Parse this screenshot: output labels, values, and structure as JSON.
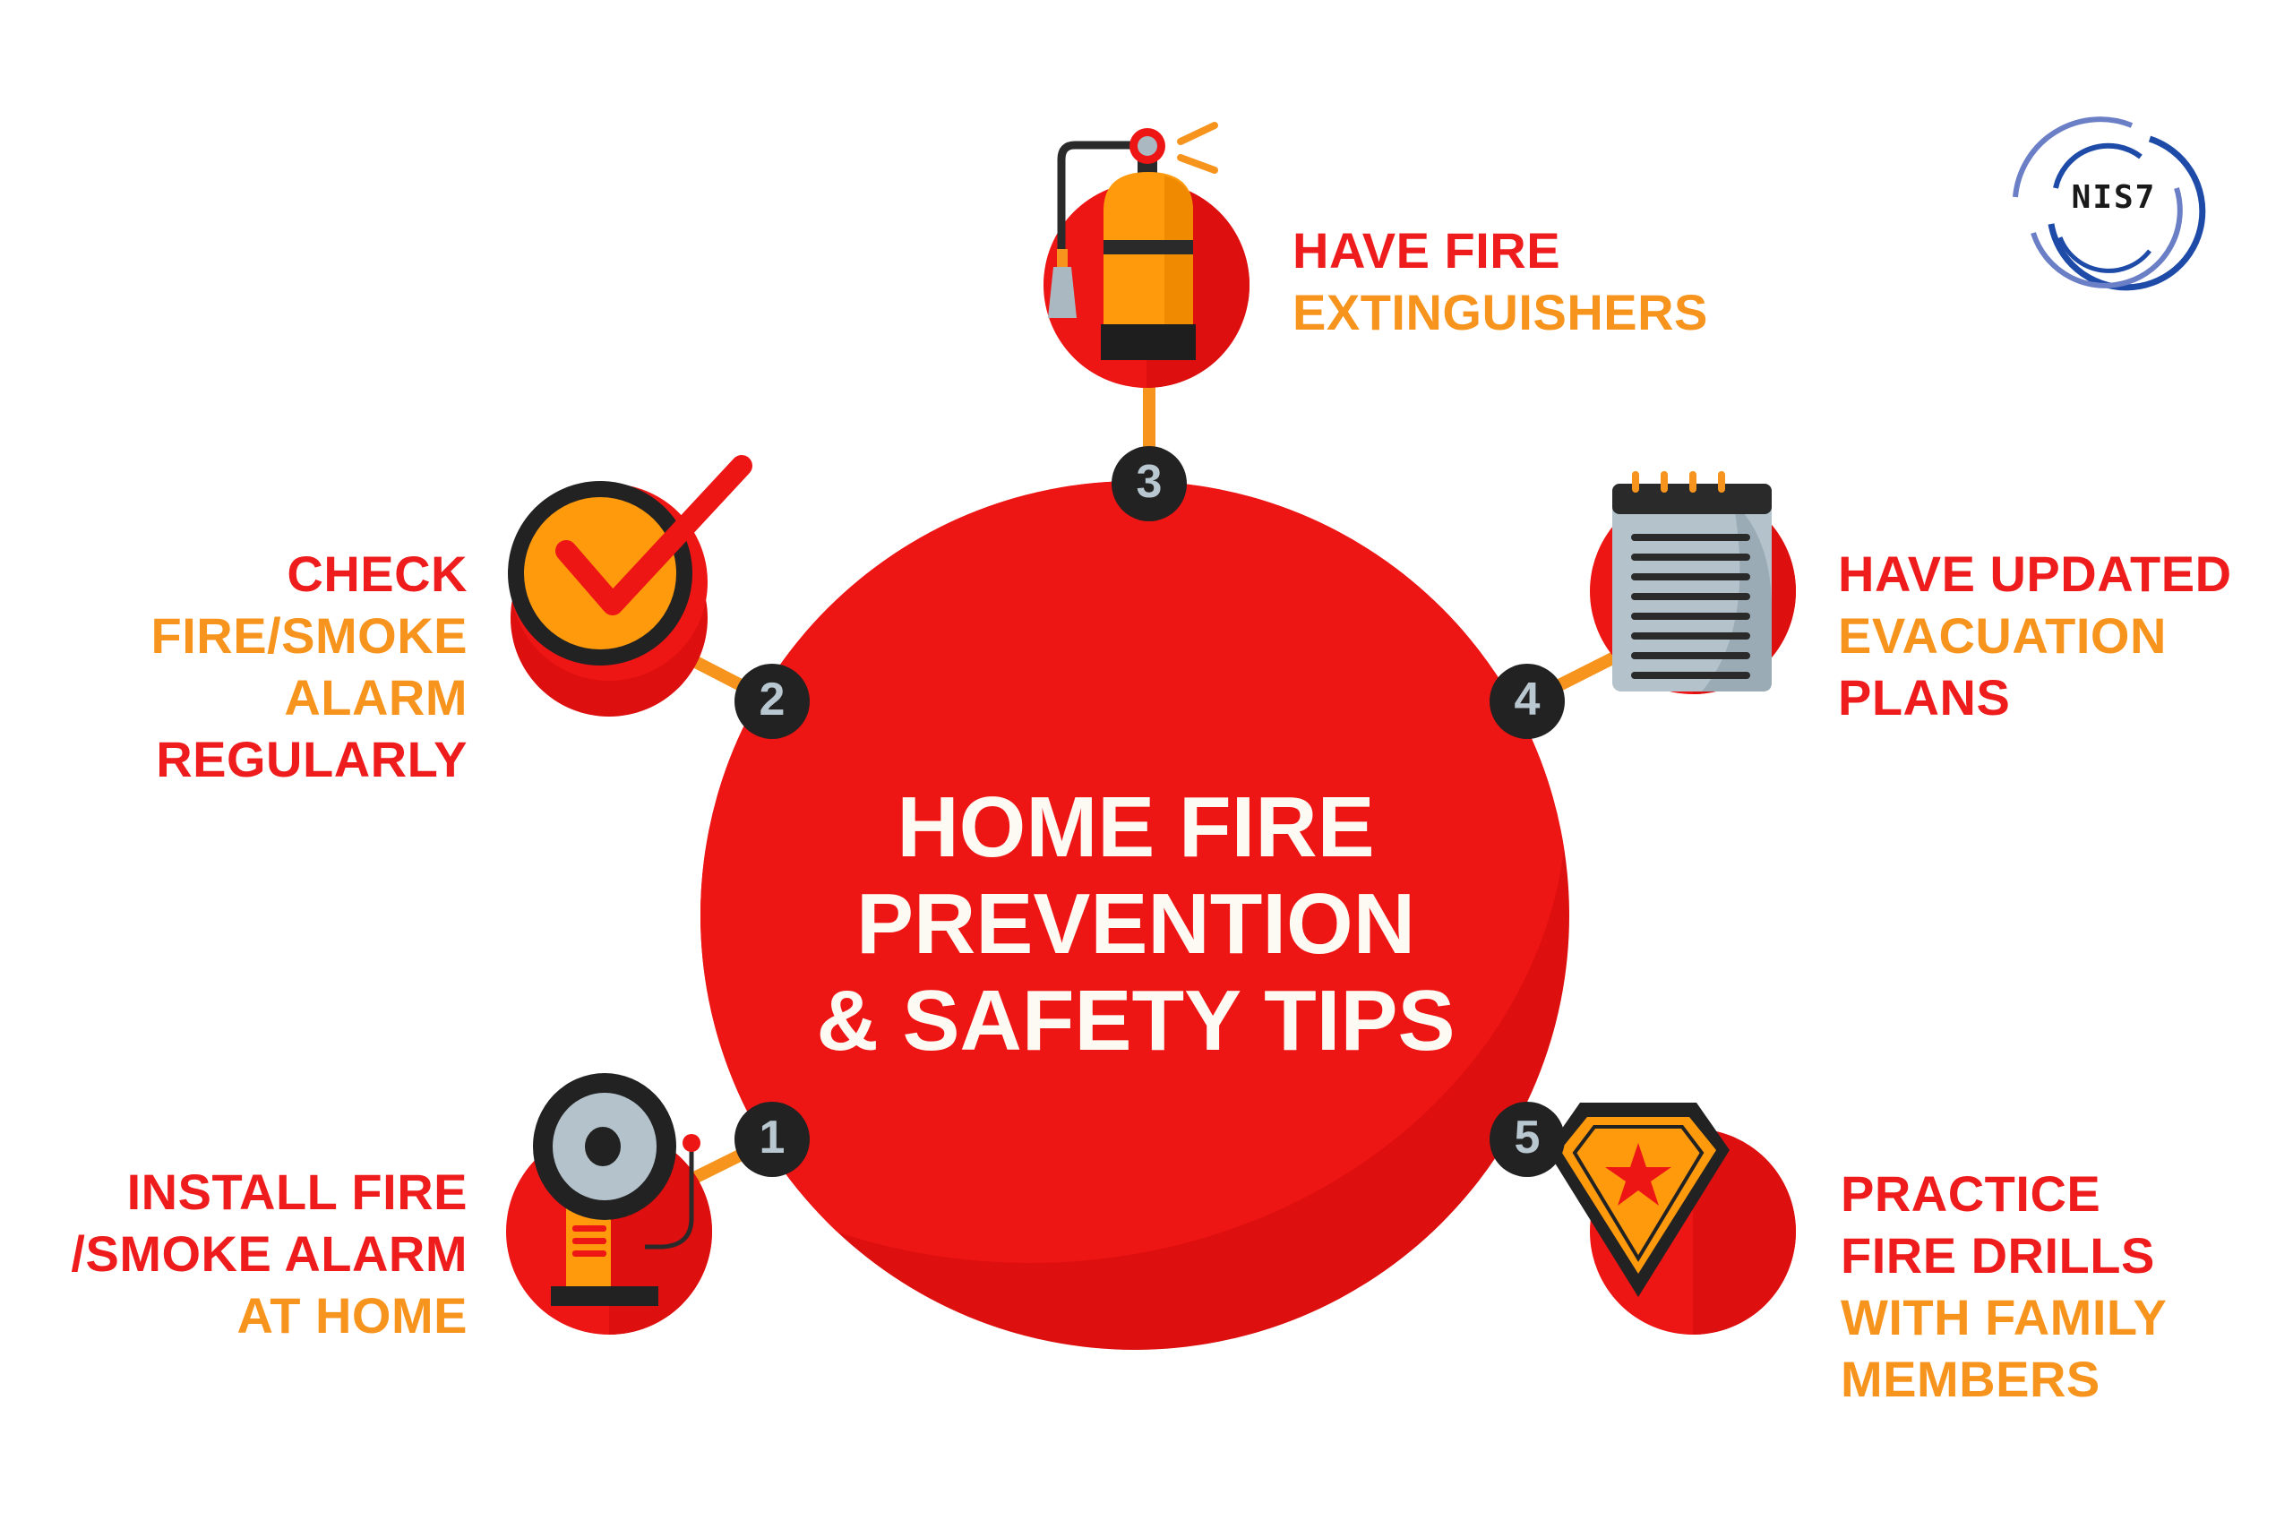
{
  "title": {
    "lines": [
      "HOME FIRE",
      "PREVENTION",
      "& SAFETY TIPS"
    ]
  },
  "logo": {
    "text": "NIS7",
    "icon": "nist-swirl-logo-icon",
    "colors": {
      "dark_blue": "#1e4aa8",
      "light_blue": "#6b7fc7",
      "text": "#1a1a1a"
    }
  },
  "colors": {
    "main_red": "#ee1515",
    "dark_red": "#dd0f0f",
    "orange": "#f7941d",
    "badge": "#222222",
    "badge_number": "#b8c7d0",
    "title_text": "#fdfaf3"
  },
  "tips": [
    {
      "number": "1",
      "icon": "fire-alarm-bell-icon",
      "lines": [
        {
          "text": "INSTALL FIRE",
          "color": "red"
        },
        {
          "text": "/SMOKE ALARM",
          "color": "red"
        },
        {
          "text": "AT HOME",
          "color": "orange"
        }
      ]
    },
    {
      "number": "2",
      "icon": "checkmark-icon",
      "lines": [
        {
          "text": "CHECK",
          "color": "red"
        },
        {
          "text": "FIRE/SMOKE",
          "color": "orange"
        },
        {
          "text": "ALARM",
          "color": "orange"
        },
        {
          "text": "REGULARLY",
          "color": "red"
        }
      ]
    },
    {
      "number": "3",
      "icon": "fire-extinguisher-icon",
      "lines": [
        {
          "text": "HAVE FIRE",
          "color": "red"
        },
        {
          "text": "EXTINGUISHERS",
          "color": "orange"
        }
      ]
    },
    {
      "number": "4",
      "icon": "notepad-icon",
      "lines": [
        {
          "text": "HAVE UPDATED",
          "color": "red"
        },
        {
          "text": "EVACUATION",
          "color": "orange"
        },
        {
          "text": "PLANS",
          "color": "red"
        }
      ]
    },
    {
      "number": "5",
      "icon": "star-shield-icon",
      "lines": [
        {
          "text": "PRACTICE",
          "color": "red"
        },
        {
          "text": "FIRE DRILLS",
          "color": "red"
        },
        {
          "text": "WITH FAMILY",
          "color": "orange"
        },
        {
          "text": "MEMBERS",
          "color": "orange"
        }
      ]
    }
  ]
}
